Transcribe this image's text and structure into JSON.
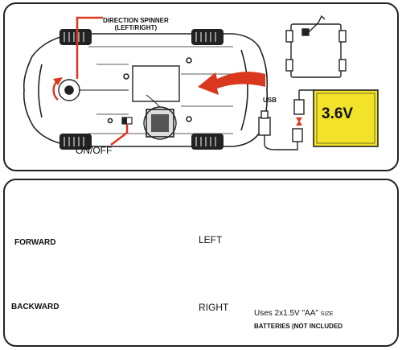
{
  "top_panel": {
    "direction_spinner_line1": "DIRECTION SPINNER",
    "direction_spinner_line2": "(LEFT/RIGHT)",
    "on_off": "ON/OFF",
    "usb": "USB",
    "battery_voltage": "3.6V"
  },
  "bottom_panel": {
    "forward": "FORWARD",
    "backward": "BACKWARD",
    "left": "LEFT",
    "right": "RIGHT",
    "uses_prefix": "Uses 2x1.5V  \"AA\"",
    "uses_size": "SIZE",
    "batteries_note": "BATTERIES (NOT INCLUDED"
  },
  "colors": {
    "accent_red": "#d9381e",
    "battery_yellow": "#f3e22a",
    "line_dark": "#222222"
  }
}
